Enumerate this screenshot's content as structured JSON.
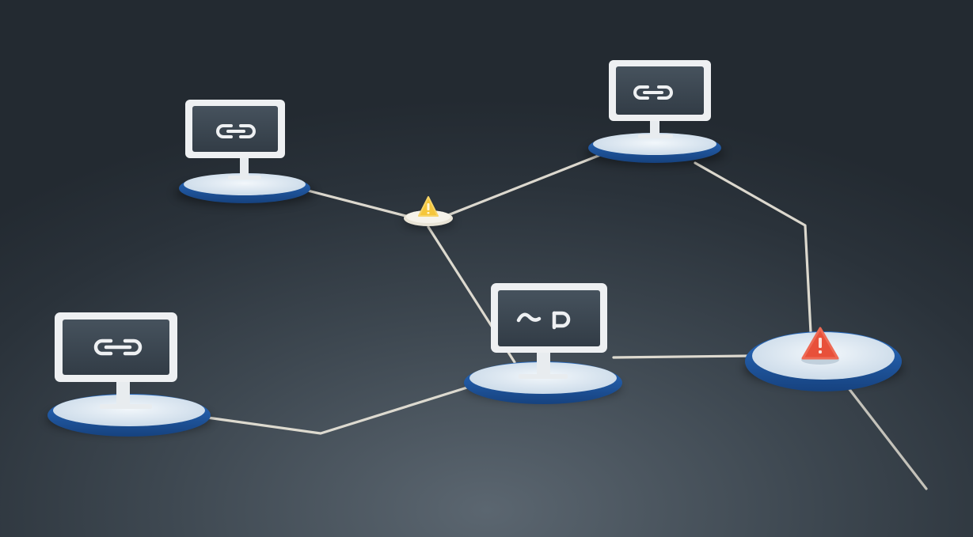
{
  "diagram": {
    "type": "network-topology",
    "colors": {
      "background": "#2f3840",
      "platform_rim": "#1f5aa6",
      "platform_top": "#dfe9f2",
      "link": "#e6e2d6",
      "monitor_frame": "#eef0f2",
      "monitor_screen": "#3a4550",
      "warning_yellow": "#f5c63b",
      "alert_red": "#e8503a"
    },
    "nodes": [
      {
        "id": "monitor-top-left",
        "kind": "monitor",
        "screen_glyph": "link-icon"
      },
      {
        "id": "monitor-top-right",
        "kind": "monitor",
        "screen_glyph": "link-icon"
      },
      {
        "id": "monitor-center",
        "kind": "monitor",
        "screen_glyph": "broken-link-icon"
      },
      {
        "id": "monitor-bottom-left",
        "kind": "monitor",
        "screen_glyph": "link-icon"
      },
      {
        "id": "hub-warning",
        "kind": "hub",
        "status": "warning",
        "status_icon": "warning-triangle-icon"
      },
      {
        "id": "node-alert",
        "kind": "platform",
        "status": "alert",
        "status_icon": "alert-triangle-icon"
      }
    ],
    "links": [
      {
        "from": "monitor-top-left",
        "to": "hub-warning"
      },
      {
        "from": "hub-warning",
        "to": "monitor-top-right"
      },
      {
        "from": "hub-warning",
        "to": "monitor-center"
      },
      {
        "from": "monitor-top-right",
        "to": "node-alert"
      },
      {
        "from": "monitor-center",
        "to": "node-alert"
      },
      {
        "from": "monitor-bottom-left",
        "to": "monitor-center"
      },
      {
        "from": "node-alert",
        "to": "offscreen"
      }
    ]
  }
}
